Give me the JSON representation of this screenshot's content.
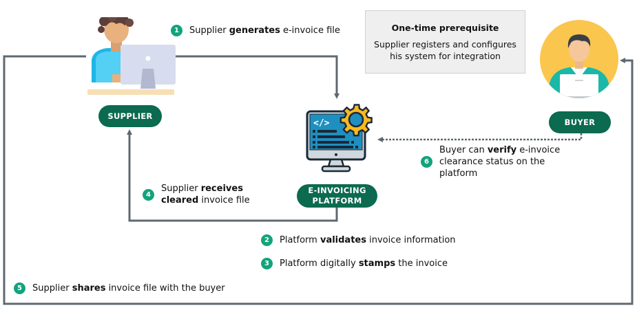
{
  "prerequisite": {
    "title": "One-time prerequisite",
    "body_line1": "Supplier registers and configures",
    "body_line2": "his system for integration"
  },
  "actors": {
    "supplier": {
      "label": "SUPPLIER",
      "icon": "supplier-at-computer-icon"
    },
    "platform": {
      "label_line1": "E-INVOICING",
      "label_line2": "PLATFORM",
      "icon": "monitor-code-gear-icon"
    },
    "buyer": {
      "label": "BUYER",
      "icon": "buyer-with-laptop-icon"
    }
  },
  "steps": [
    {
      "number": "1",
      "pre": "Supplier ",
      "bold": "generates",
      "post": " e-invoice file"
    },
    {
      "number": "2",
      "pre": "Platform ",
      "bold": "validates",
      "post": " invoice information"
    },
    {
      "number": "3",
      "pre": "Platform digitally ",
      "bold": "stamps",
      "post": " the invoice"
    },
    {
      "number": "4",
      "line1_pre": "Supplier ",
      "line1_bold": "receives",
      "line2_bold": "cleared",
      "line2_post": " invoice file"
    },
    {
      "number": "5",
      "pre": "Supplier ",
      "bold": "shares",
      "post": " invoice file with the buyer"
    },
    {
      "number": "6",
      "line1_pre": "Buyer can ",
      "line1_bold": "verify",
      "line1_post": " e-invoice",
      "line2": "clearance status on the",
      "line3": "platform"
    }
  ],
  "colors": {
    "pill": "#0b6a4f",
    "badge": "#13a37c",
    "connector": "#5f6870"
  }
}
